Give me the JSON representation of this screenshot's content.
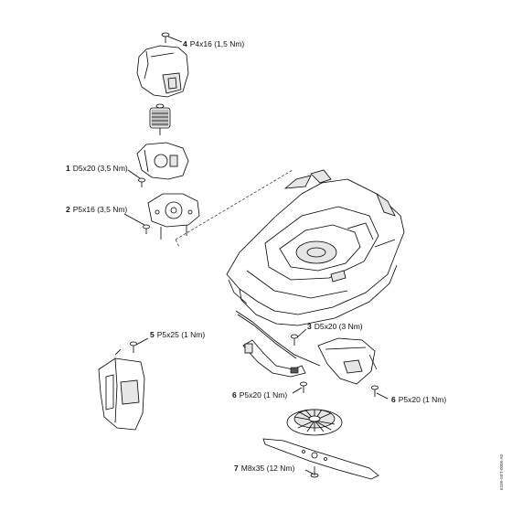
{
  "callouts": [
    {
      "num": "4",
      "spec": "P4x16 (1,5 Nm)"
    },
    {
      "num": "1",
      "spec": "D5x20 (3,5 Nm)"
    },
    {
      "num": "2",
      "spec": "P5x16 (3,5 Nm)"
    },
    {
      "num": "5",
      "spec": "P5x25 (1 Nm)"
    },
    {
      "num": "3",
      "spec": "D5x20 (3 Nm)"
    },
    {
      "num": "6",
      "spec": "P5x20 (1 Nm)"
    },
    {
      "num": "6",
      "spec": "P5x20 (1 Nm)"
    },
    {
      "num": "7",
      "spec": "M8x35 (12 Nm)"
    }
  ],
  "side_code": "6338-GET-0008-A0"
}
